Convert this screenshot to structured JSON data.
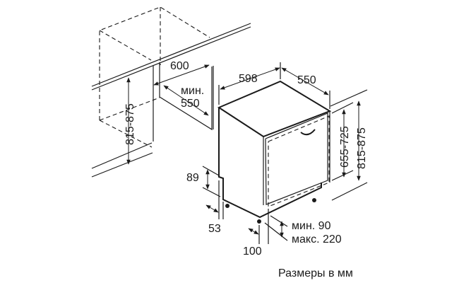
{
  "diagram": {
    "cabinet": {
      "width": "600",
      "depth_label": "мин.",
      "depth": "550",
      "height": "815-875"
    },
    "appliance": {
      "width": "598",
      "depth": "550",
      "height_body": "655-725",
      "height_total": "815-875",
      "plinth_height": "89",
      "foot_offset": "53",
      "door_offset": "100",
      "plinth_min": "мин. 90",
      "plinth_max": "макс. 220"
    },
    "caption": "Размеры в мм"
  }
}
